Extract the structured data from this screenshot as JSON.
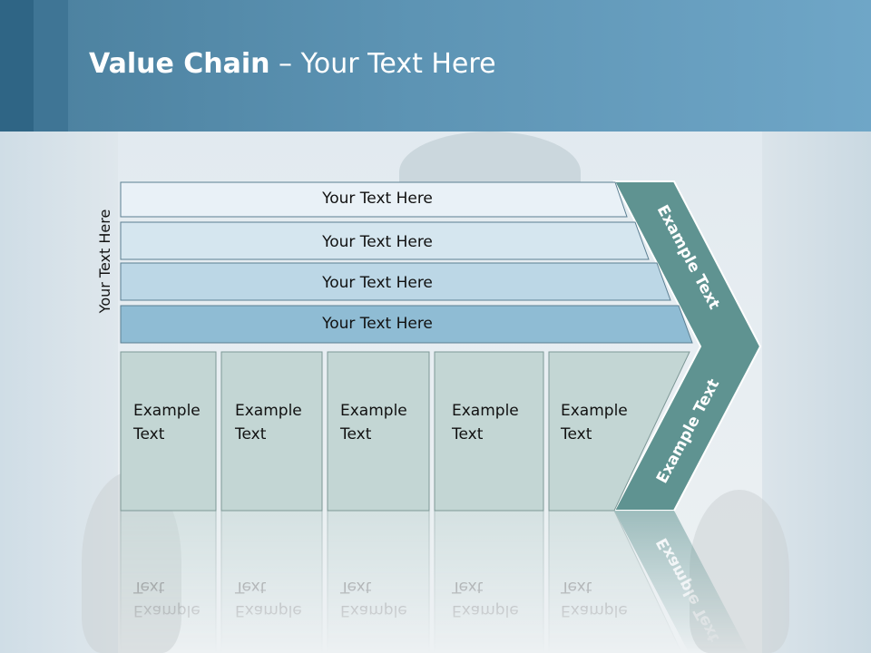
{
  "title": {
    "bold": "Value Chain",
    "rest": " – Your Text Here"
  },
  "side_label": "Your Text Here",
  "rows": [
    "Your Text Here",
    "Your Text Here",
    "Your Text Here",
    "Your Text Here"
  ],
  "boxes": [
    [
      "Example",
      "Text"
    ],
    [
      "Example",
      "Text"
    ],
    [
      "Example",
      "Text"
    ],
    [
      "Example",
      "Text"
    ],
    [
      "Example",
      "Text"
    ]
  ],
  "arrow_top_label": "Example Text",
  "arrow_bottom_label": "Example Text",
  "colors": {
    "header": "#5c93b3",
    "row_1": "#e9f1f7",
    "row_2": "#d5e6ef",
    "row_3": "#bcd7e6",
    "row_4": "#8fbcd4",
    "box": "#c3d6d4",
    "arrow": "#5f9391"
  }
}
